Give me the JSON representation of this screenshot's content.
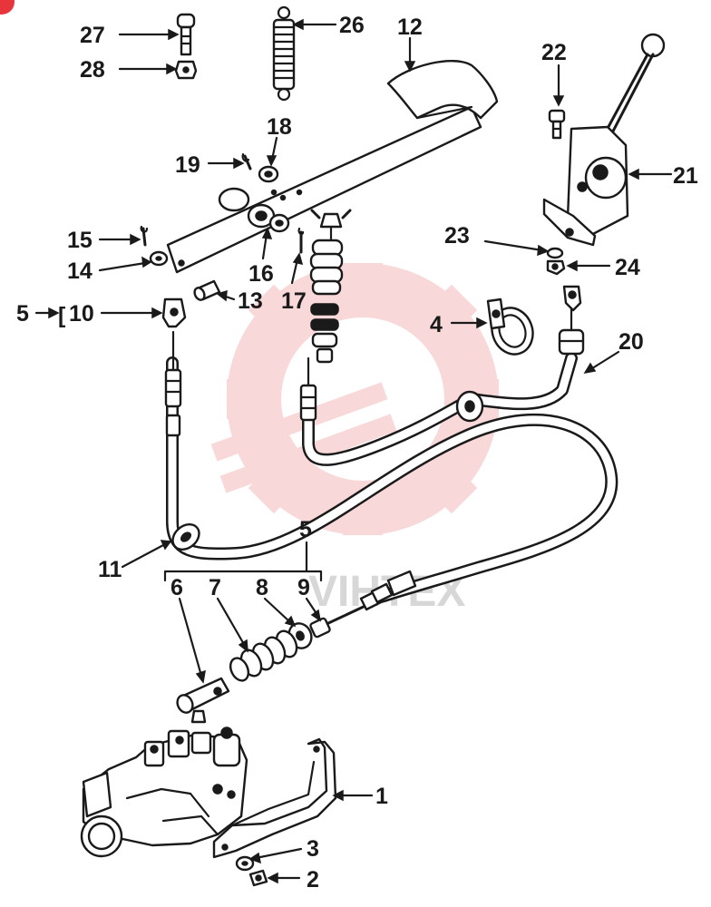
{
  "labels": {
    "l1": "1",
    "l2": "2",
    "l3": "3",
    "l4": "4",
    "l5_top": "5",
    "l5_left": "5",
    "l5_bracket_sep": "[",
    "l10": "10",
    "l6": "6",
    "l7": "7",
    "l8": "8",
    "l9": "9",
    "l11": "11",
    "l12": "12",
    "l13": "13",
    "l14": "14",
    "l15": "15",
    "l16": "16",
    "l17": "17",
    "l18": "18",
    "l19": "19",
    "l20": "20",
    "l21": "21",
    "l22": "22",
    "l23": "23",
    "l24": "24",
    "l26": "26",
    "l27": "27",
    "l28": "28"
  },
  "watermark": {
    "text": "VIHTEX",
    "color": "#e8353b"
  },
  "colors": {
    "ink": "#1a1a1a",
    "watermark_gear": "#f4b9bb"
  }
}
